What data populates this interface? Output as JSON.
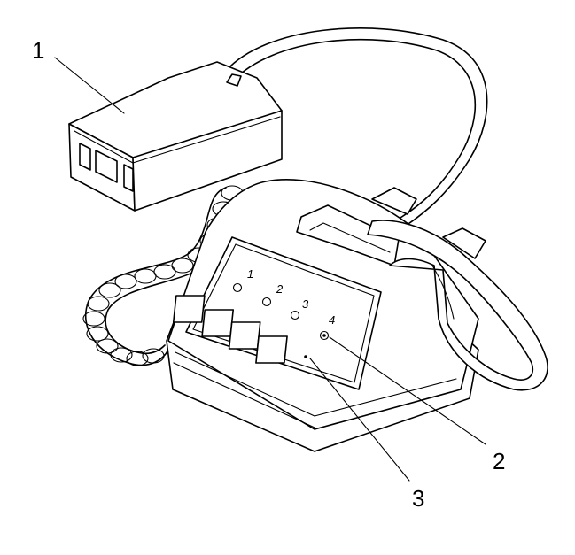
{
  "callouts": [
    {
      "id": "1",
      "label": "1"
    },
    {
      "id": "2",
      "label": "2"
    },
    {
      "id": "3",
      "label": "3"
    }
  ],
  "keys": [
    {
      "label": "1",
      "lamp": "off"
    },
    {
      "label": "2",
      "lamp": "off"
    },
    {
      "label": "3",
      "lamp": "off"
    },
    {
      "label": "4",
      "lamp": "on"
    }
  ],
  "colors": {
    "line": "#000000",
    "background": "#ffffff"
  }
}
